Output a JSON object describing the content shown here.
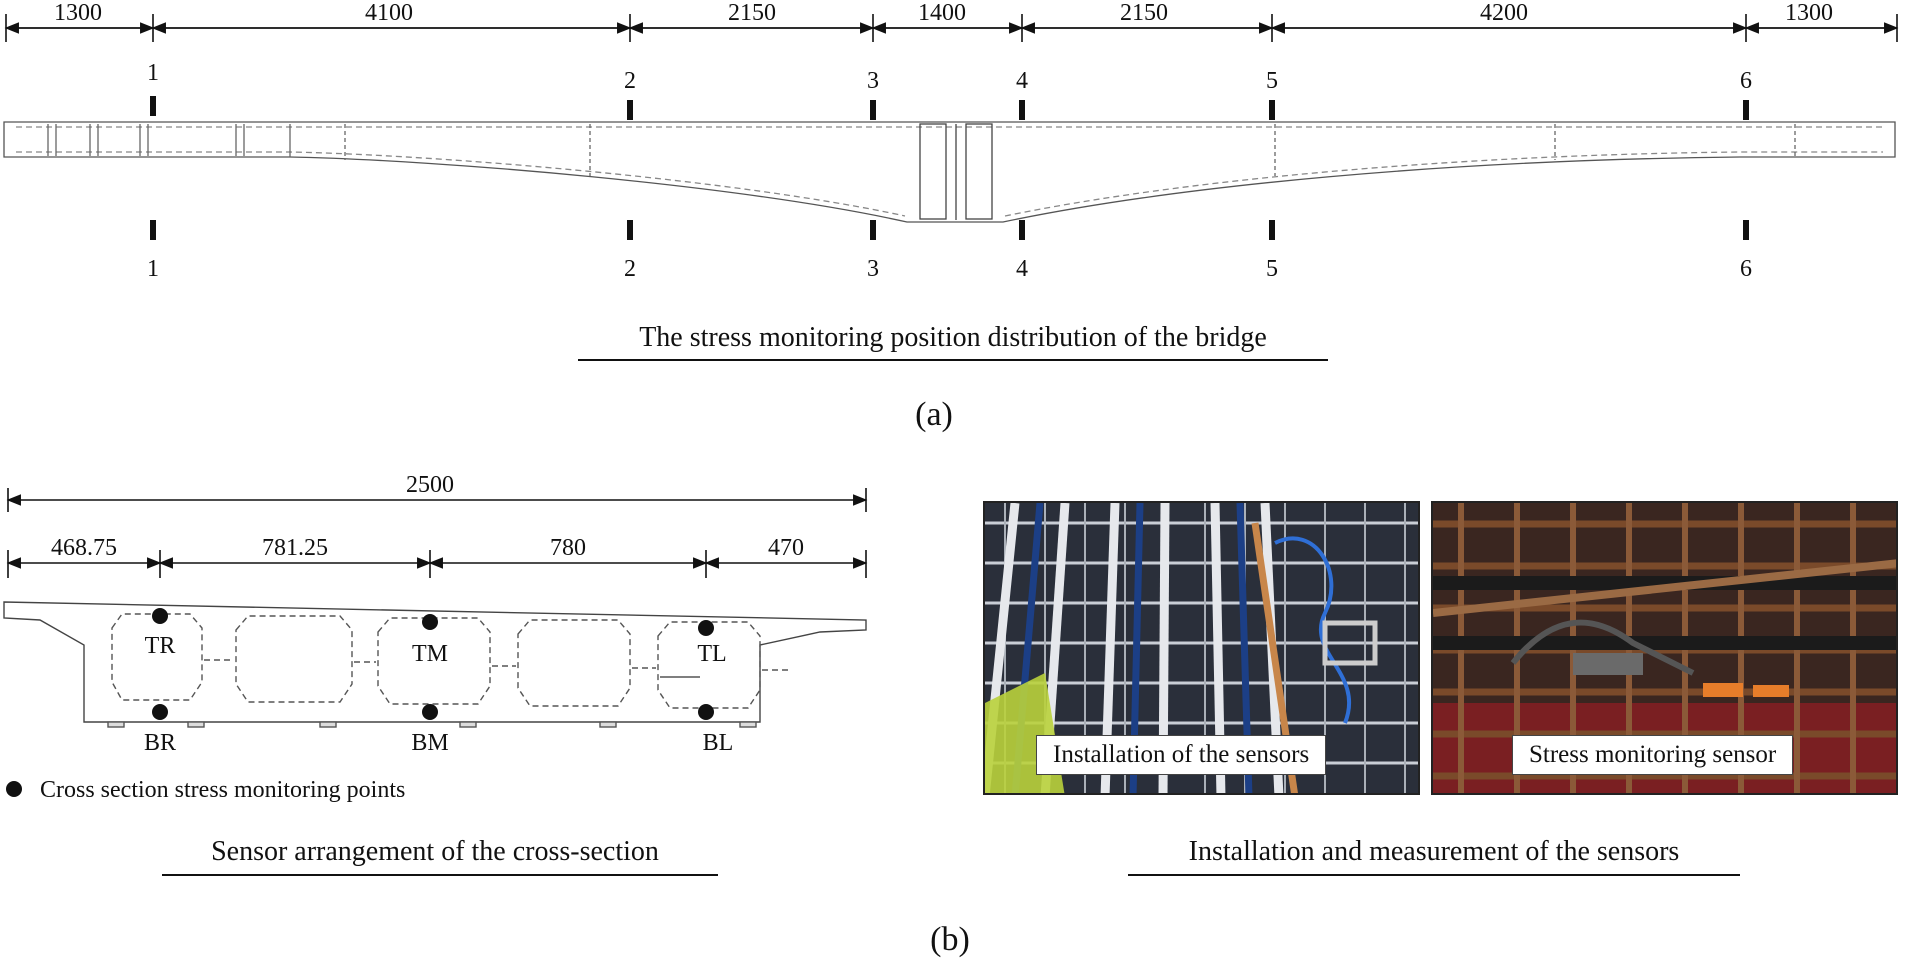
{
  "elevation": {
    "span_dimensions": [
      "1300",
      "4100",
      "2150",
      "1400",
      "2150",
      "4200",
      "1300"
    ],
    "section_labels_top": [
      "1",
      "2",
      "3",
      "4",
      "5",
      "6"
    ],
    "section_labels_bottom": [
      "1",
      "2",
      "3",
      "4",
      "5",
      "6"
    ],
    "caption": "The stress monitoring position distribution of the bridge",
    "panel_label": "(a)"
  },
  "cross_section": {
    "total_width": "2500",
    "segment_dimensions": [
      "468.75",
      "781.25",
      "780",
      "470"
    ],
    "monitoring_points": [
      "TR",
      "TM",
      "TL",
      "BR",
      "BM",
      "BL"
    ],
    "legend": "Cross section stress monitoring points",
    "caption": "Sensor arrangement of the cross-section"
  },
  "photos": {
    "left_caption": "Installation of the sensors",
    "right_caption": "Stress monitoring sensor",
    "caption": "Installation and measurement of the sensors"
  },
  "panel_label_b": "(b)",
  "colors": {
    "ink": "#111111",
    "rebar_rust": "#8a5a3a",
    "tube_blue": "#1e4fa0"
  }
}
